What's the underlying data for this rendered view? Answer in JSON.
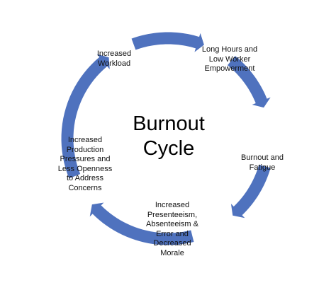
{
  "diagram": {
    "title_line1": "Burnout",
    "title_line2": "Cycle",
    "arrow_color": "#4F72BE",
    "stages": [
      {
        "label": "Increased\nWorkload"
      },
      {
        "label": "Long Hours and\nLow Worker\nEmpowerment"
      },
      {
        "label": "Burnout and\nFatigue"
      },
      {
        "label": "Increased\nPresenteeism,\nAbsenteeism &\nError and\nDecreased\nMorale"
      },
      {
        "label": "Increased\nProduction\nPressures and\nLess Openness\nto Address\nConcerns"
      }
    ]
  }
}
